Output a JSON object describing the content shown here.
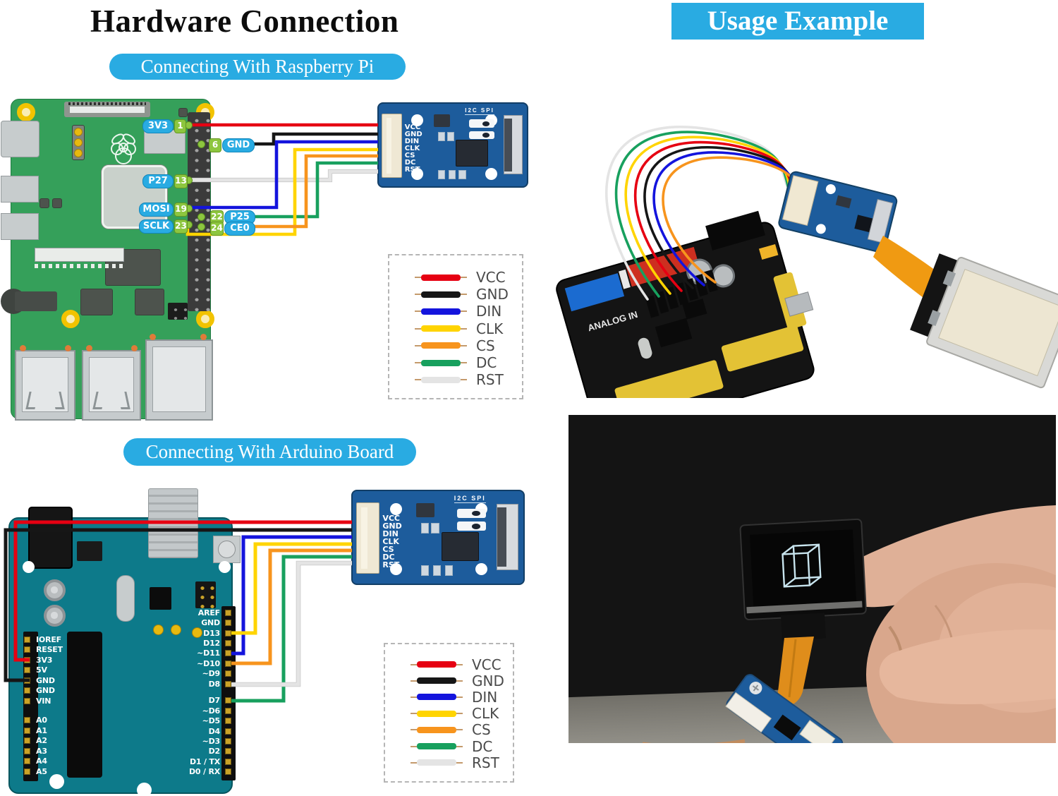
{
  "titles": {
    "hardware": "Hardware Connection",
    "usage": "Usage Example"
  },
  "banners": {
    "raspberry": "Connecting With Raspberry Pi",
    "arduino": "Connecting With Arduino Board"
  },
  "colors": {
    "banner_blue": "#29abe2",
    "label_green": "#8dc63f",
    "pcb_module_blue": "#1d5c9c",
    "pi_green": "#35a05a",
    "arduino_teal": "#0d7a8a"
  },
  "legend": {
    "items": [
      {
        "label": "VCC",
        "color": "#e60012"
      },
      {
        "label": "GND",
        "color": "#161616"
      },
      {
        "label": "DIN",
        "color": "#1414dd"
      },
      {
        "label": "CLK",
        "color": "#ffd400"
      },
      {
        "label": "CS",
        "color": "#f7941d"
      },
      {
        "label": "DC",
        "color": "#18a05e"
      },
      {
        "label": "RST",
        "color": "#e4e4e4"
      }
    ]
  },
  "module": {
    "pins": [
      "VCC",
      "GND",
      "DIN",
      "CLK",
      "CS",
      "DC",
      "RST"
    ],
    "jumper_label": "I2C SPI"
  },
  "pi": {
    "rows": [
      {
        "name": "3V3",
        "num": "1"
      },
      {
        "num": "6",
        "name": "GND"
      },
      {
        "name": "P27",
        "num": "13"
      },
      {
        "name": "MOSI",
        "num": "19"
      },
      {
        "num": "22",
        "name": "P25"
      },
      {
        "name": "SCLK",
        "num": "23"
      },
      {
        "num": "24",
        "name": "CE0"
      }
    ]
  },
  "arduino": {
    "right_pins": [
      {
        "label": "AREF"
      },
      {
        "label": "GND"
      },
      {
        "label": "D13"
      },
      {
        "label": "D12"
      },
      {
        "label": "~D11"
      },
      {
        "label": "~D10"
      },
      {
        "label": "~D9"
      },
      {
        "label": "D8"
      },
      {
        "label": "D7",
        "gap": true
      },
      {
        "label": "~D6"
      },
      {
        "label": "~D5"
      },
      {
        "label": "D4"
      },
      {
        "label": "~D3"
      },
      {
        "label": "D2"
      },
      {
        "label": "D1 / TX"
      },
      {
        "label": "D0 / RX"
      }
    ],
    "left_pins": [
      {
        "label": "IOREF"
      },
      {
        "label": "RESET"
      },
      {
        "label": "3V3"
      },
      {
        "label": "5V"
      },
      {
        "label": "GND"
      },
      {
        "label": "GND"
      },
      {
        "label": "VIN"
      },
      {
        "label": "A0",
        "gap": true
      },
      {
        "label": "A1"
      },
      {
        "label": "A2"
      },
      {
        "label": "A3"
      },
      {
        "label": "A4"
      },
      {
        "label": "A5"
      }
    ]
  },
  "photo_usage": {
    "board_text": "ANALOG IN"
  }
}
